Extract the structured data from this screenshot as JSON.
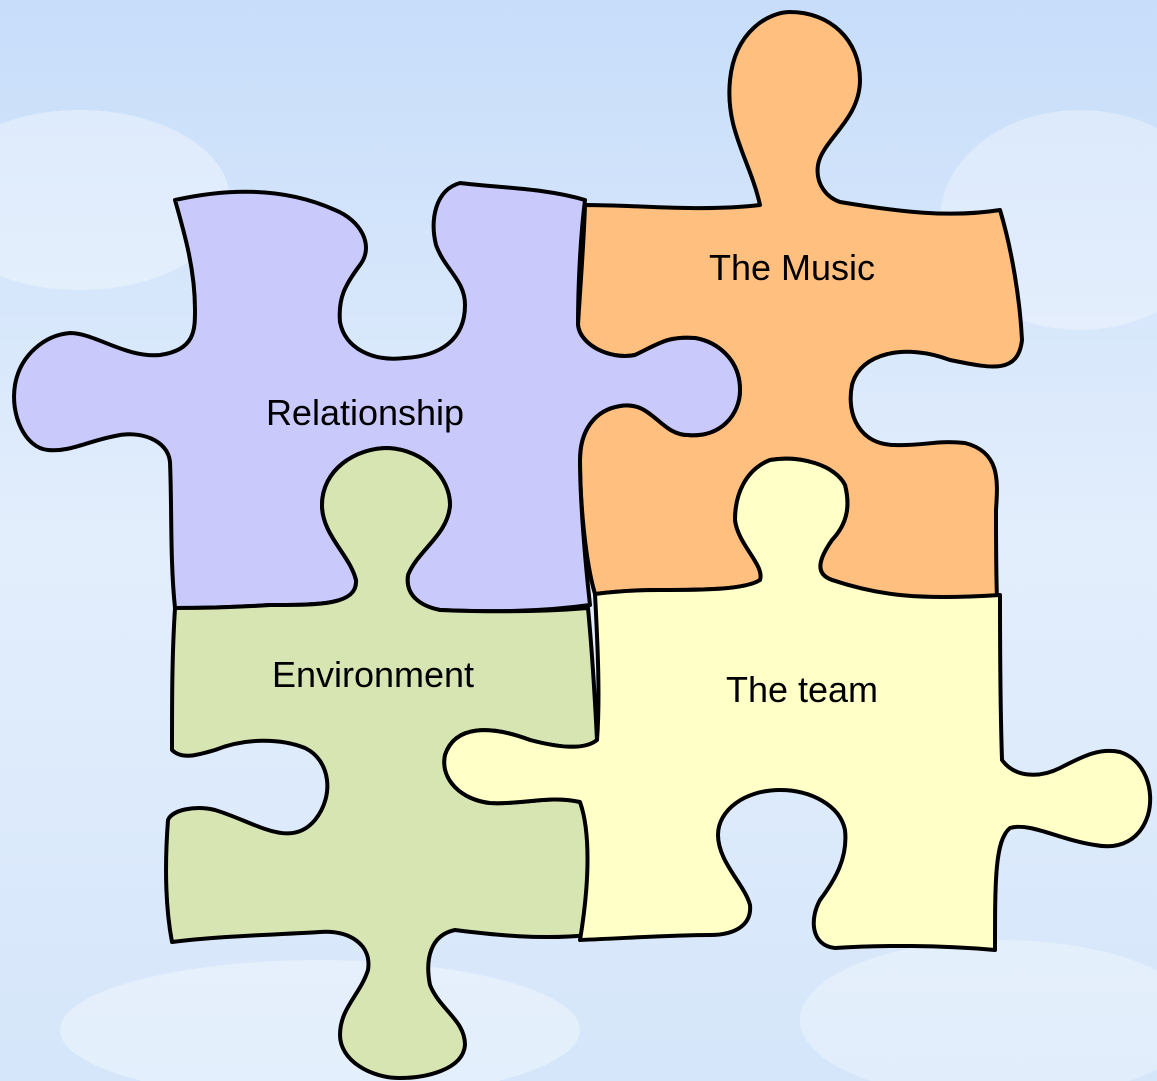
{
  "pieces": {
    "relationship": {
      "label": "Relationship",
      "color": "#c9c9fc"
    },
    "music": {
      "label": "The Music",
      "color": "#ffbf7f"
    },
    "environment": {
      "label": "Environment",
      "color": "#d7e5b3"
    },
    "team": {
      "label": "The team",
      "color": "#ffffc8"
    }
  },
  "colors": {
    "background_light": "#eef5fd",
    "background_blue": "#cfe2fb",
    "outline": "#000000"
  }
}
